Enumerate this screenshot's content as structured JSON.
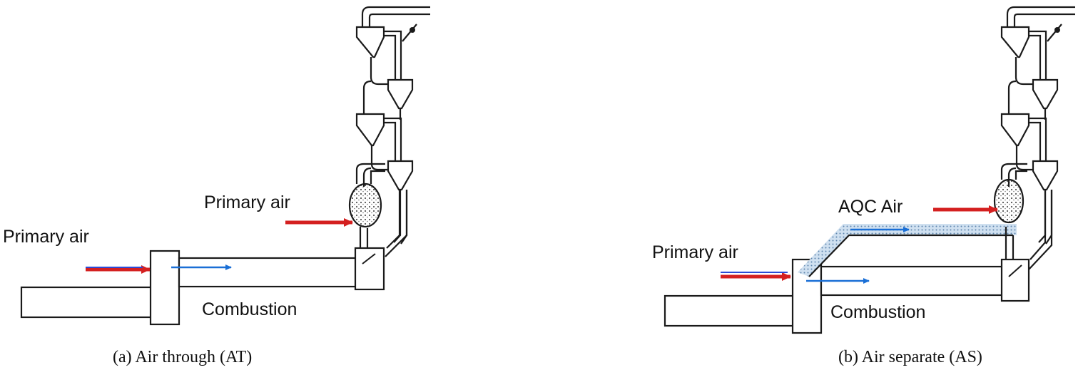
{
  "panels": [
    {
      "id": "a",
      "caption": "(a) Air through (AT)",
      "labels": {
        "primary_air_left": "Primary air",
        "primary_air_top": "Primary air",
        "combustion": "Combustion"
      }
    },
    {
      "id": "b",
      "caption": "(b) Air separate (AS)",
      "labels": {
        "primary_air_left": "Primary air",
        "aqc_air": "AQC Air",
        "combustion": "Combustion"
      }
    }
  ],
  "colors": {
    "primary_air_arrow": "#d42020",
    "flow_arrow": "#1a6fd6",
    "pipe": "#1a1a1a",
    "aqc_duct": "#b9d3ea"
  }
}
